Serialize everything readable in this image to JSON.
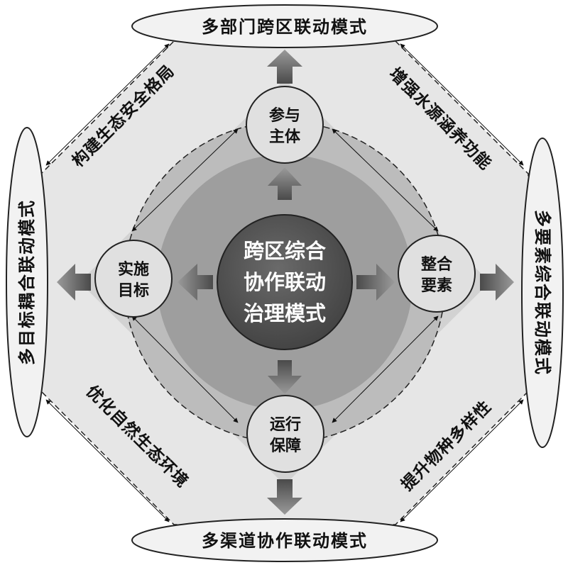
{
  "center": {
    "line1": "跨区综合",
    "line2": "协作联动",
    "line3": "治理模式"
  },
  "nodes": {
    "top": {
      "line1": "参与",
      "line2": "主体"
    },
    "right": {
      "line1": "整合",
      "line2": "要素"
    },
    "bottom": {
      "line1": "运行",
      "line2": "保障"
    },
    "left": {
      "line1": "实施",
      "line2": "目标"
    }
  },
  "modes": {
    "top": "多部门跨区联动模式",
    "right": "多要素综合联动模式",
    "bottom": "多渠道协作联动模式",
    "left": "多目标耦合联动模式"
  },
  "goals": {
    "top_left": "构建生态安全格局",
    "top_right": "增强水源涵养功能",
    "bottom_right": "提升物种多样性",
    "bottom_left": "优化自然生态环境"
  },
  "colors": {
    "outer_fill": "#e6e6e6",
    "diamond_fill": "#b9b9b9",
    "inner_ring": "#9a9a9a",
    "center_fill": "#555555",
    "node_fill": "#e0e0e0",
    "ellipse_fill": "#f2f2f2",
    "arrow_dark": "#4a4a4a",
    "arrow_light": "#8a8a8a"
  }
}
